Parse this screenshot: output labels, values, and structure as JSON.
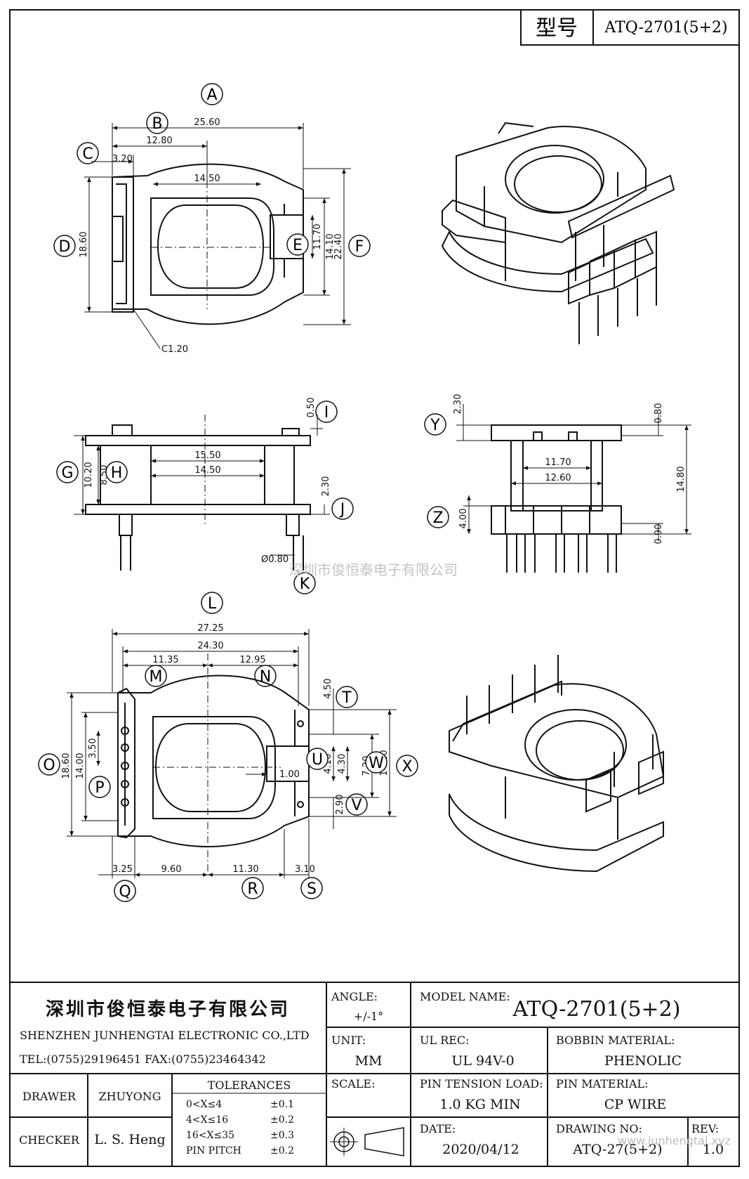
{
  "header": {
    "model_label": "型号",
    "model_value": "ATQ-2701(5+2)"
  },
  "watermark": "深圳市俊恒泰电子有限公司",
  "view_top": {
    "labels": [
      "A",
      "B",
      "C",
      "D",
      "E",
      "F"
    ],
    "dims": {
      "a": "25.60",
      "b": "12.80",
      "c": "3.20",
      "w_inner": "14.50",
      "d": "18.60",
      "e": "11.70",
      "f1": "14.10",
      "f2": "22.40",
      "chamfer": "C1.20"
    }
  },
  "view_side": {
    "labels": [
      "G",
      "H",
      "I",
      "J",
      "K"
    ],
    "dims": {
      "i": "0.50",
      "g": "10.20",
      "h": "8.50",
      "w1": "15.50",
      "w2": "14.50",
      "j": "2.30",
      "k": "Ø0.80"
    }
  },
  "view_front": {
    "labels": [
      "Y",
      "Z"
    ],
    "dims": {
      "y": "2.30",
      "t1": "0.80",
      "w1": "11.70",
      "w2": "12.60",
      "h": "14.80",
      "z": "4.00",
      "b": "0.90"
    }
  },
  "view_bottom": {
    "labels": [
      "L",
      "M",
      "N",
      "O",
      "P",
      "Q",
      "R",
      "S",
      "T",
      "U",
      "V",
      "W",
      "X"
    ],
    "dims": {
      "l": "27.25",
      "l2": "24.30",
      "m": "11.35",
      "n": "12.95",
      "o": "18.60",
      "p1": "14.00",
      "p2": "3.50",
      "t": "4.50",
      "u1": "4.30",
      "u2": "4.10",
      "w": "7.20",
      "x": "14.10",
      "v": "2.90",
      "c": "1.00",
      "q": "3.25",
      "r1": "9.60",
      "r2": "11.30",
      "s": "3.10"
    }
  },
  "title_block": {
    "company_cn": "深圳市俊恒泰电子有限公司",
    "company_en": "SHENZHEN JUNHENGTAI ELECTRONIC CO.,LTD",
    "contact": "TEL:(0755)29196451 FAX:(0755)23464342",
    "angle_label": "ANGLE:",
    "angle_value": "+/-1°",
    "model_label": "MODEL NAME:",
    "model_value": "ATQ-2701(5+2)",
    "unit_label": "UNIT:",
    "unit_value": "MM",
    "ul_label": "UL REC:",
    "ul_value": "UL 94V-0",
    "bobbin_label": "BOBBIN MATERIAL:",
    "bobbin_value": "PHENOLIC",
    "drawer_label": "DRAWER",
    "drawer_value": "ZHUYONG",
    "tolerances_label": "TOLERANCES",
    "tolerances": [
      {
        "range": "0<X≤4",
        "value": "±0.1"
      },
      {
        "range": "4<X≤16",
        "value": "±0.2"
      },
      {
        "range": "16<X≤35",
        "value": "±0.3"
      },
      {
        "range": "PIN PITCH",
        "value": "±0.2"
      }
    ],
    "scale_label": "SCALE:",
    "pin_tension_label": "PIN TENSION LOAD:",
    "pin_tension_value": "1.0 KG MIN",
    "pin_material_label": "PIN MATERIAL:",
    "pin_material_value": "CP WIRE",
    "checker_label": "CHECKER",
    "checker_value": "L. S. Heng",
    "date_label": "DATE:",
    "date_value": "2020/04/12",
    "drawing_no_label": "DRAWING NO:",
    "drawing_no_value": "ATQ-27(5+2)",
    "rev_label": "REV:",
    "rev_value": "1.0",
    "site_watermark": "www.junhengtai.xyz"
  }
}
